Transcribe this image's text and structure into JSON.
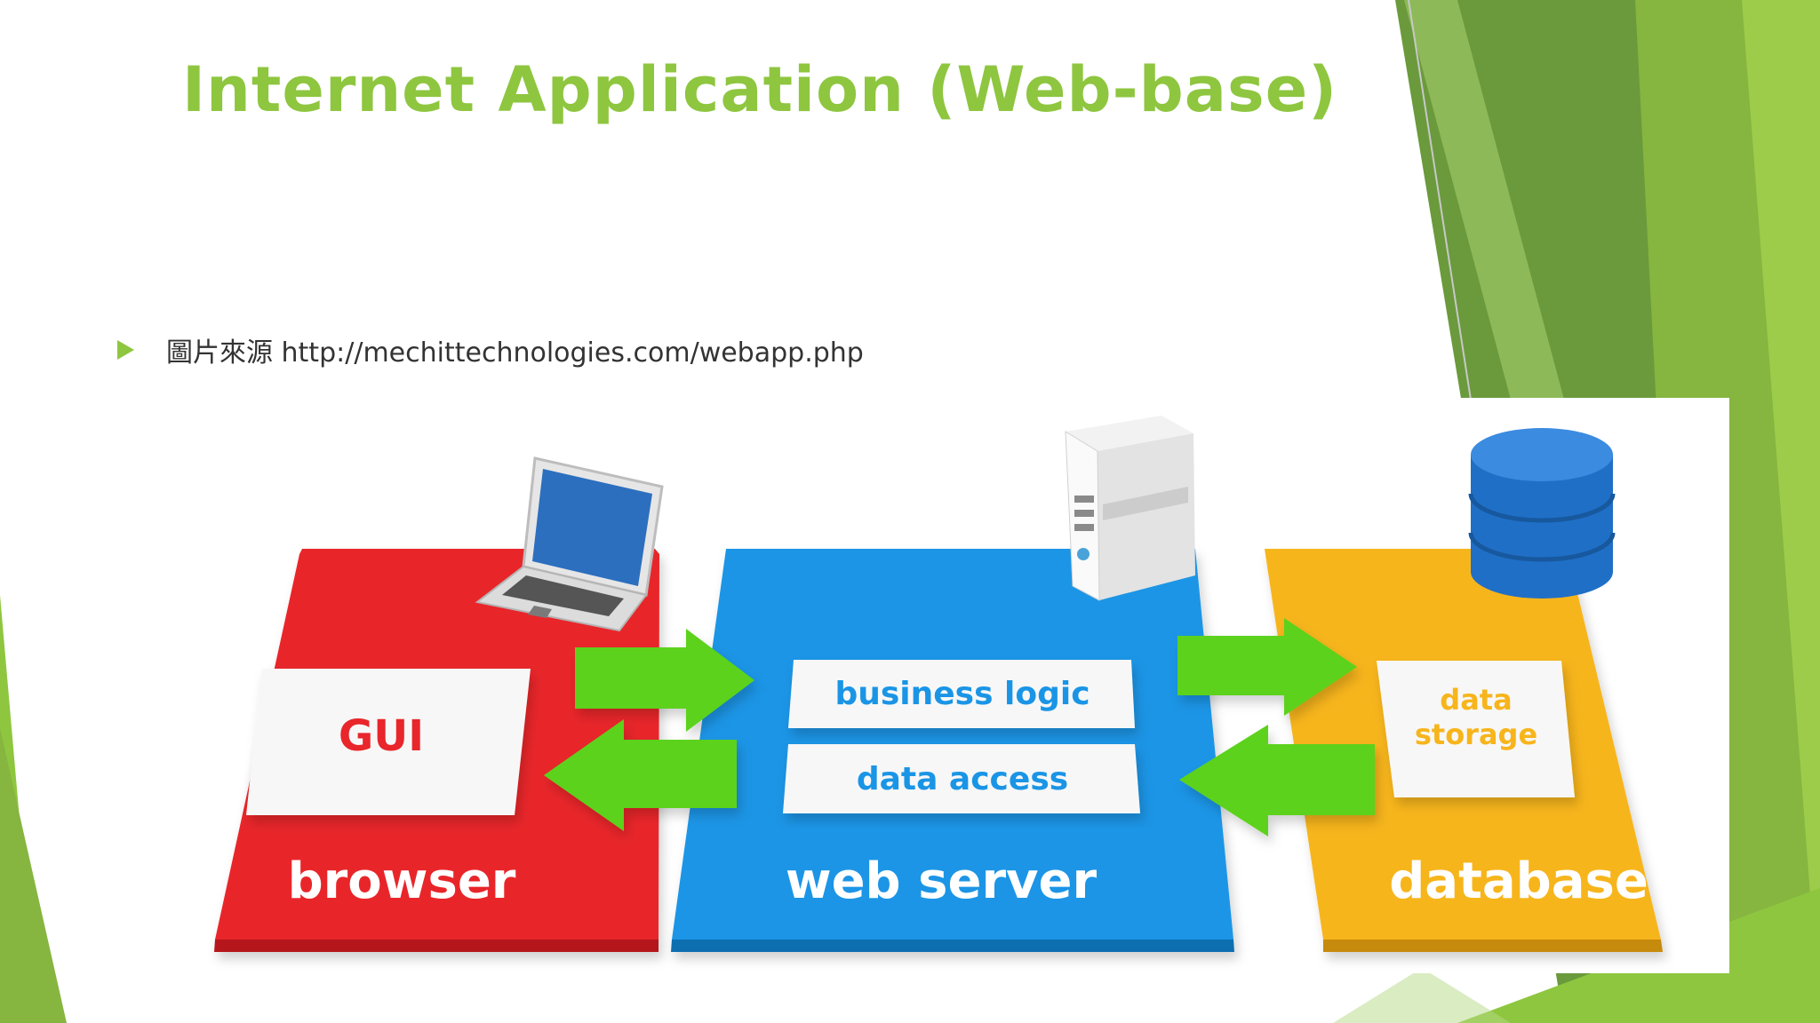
{
  "slide": {
    "title": "Internet Application (Web-base)",
    "bullet_text": "圖片來源 http://mechittechnologies.com/webapp.php"
  },
  "diagram": {
    "browser": {
      "label": "browser",
      "module": "GUI",
      "color": "#e8262b"
    },
    "web_server": {
      "label": "web server",
      "modules": [
        "business logic",
        "data access"
      ],
      "color": "#1a95e6"
    },
    "database": {
      "label": "database",
      "module_lines": [
        "data",
        "storage"
      ],
      "color": "#f7b51c"
    },
    "arrow_color": "#5cd21c"
  },
  "theme": {
    "accent": "#8ec63f",
    "dark_green": "#6a9a3c"
  }
}
